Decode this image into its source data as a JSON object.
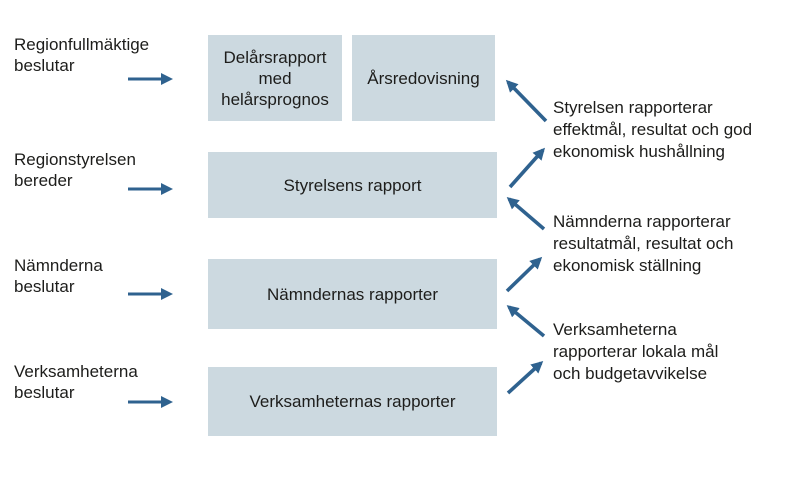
{
  "colors": {
    "background": "#ffffff",
    "box-fill": "#ccd9e0",
    "arrow": "#2f628f",
    "text": "#1d1d1b"
  },
  "diagram": {
    "left_labels": [
      {
        "text": "Regionfullmäktige\nbeslutar"
      },
      {
        "text": "Regionstyrelsen\nbereder"
      },
      {
        "text": "Nämnderna\nbeslutar"
      },
      {
        "text": "Verksamheterna\nbeslutar"
      }
    ],
    "boxes": [
      {
        "label": "Delårsrapport\nmed\nhelårsprognos"
      },
      {
        "label": "Årsredovisning"
      },
      {
        "label": "Styrelsens rapport"
      },
      {
        "label": "Nämndernas rapporter"
      },
      {
        "label": "Verksamheternas rapporter"
      }
    ],
    "right_notes": [
      {
        "text": "Styrelsen rapporterar\neffektmål, resultat och god\nekonomisk hushållning"
      },
      {
        "text": "Nämnderna rapporterar\nresultatmål, resultat och\nekonomisk ställning"
      },
      {
        "text": "Verksamheterna\nrapporterar lokala mål\noch budgetavvikelse"
      }
    ]
  }
}
